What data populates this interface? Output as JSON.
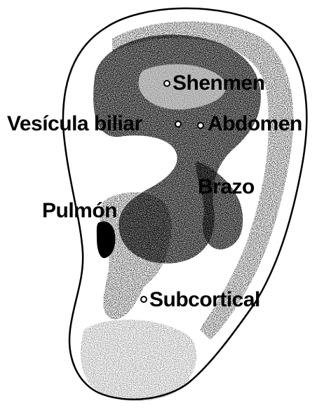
{
  "diagram": {
    "labels": {
      "shenmen": "Shenmen",
      "vesicula_biliar": "Vesícula biliar",
      "abdomen": "Abdomen",
      "brazo": "Brazo",
      "pulmon": "Pulmón",
      "subcortical": "Subcortical"
    },
    "colors": {
      "ink": "#000000",
      "paper": "#ffffff"
    }
  }
}
